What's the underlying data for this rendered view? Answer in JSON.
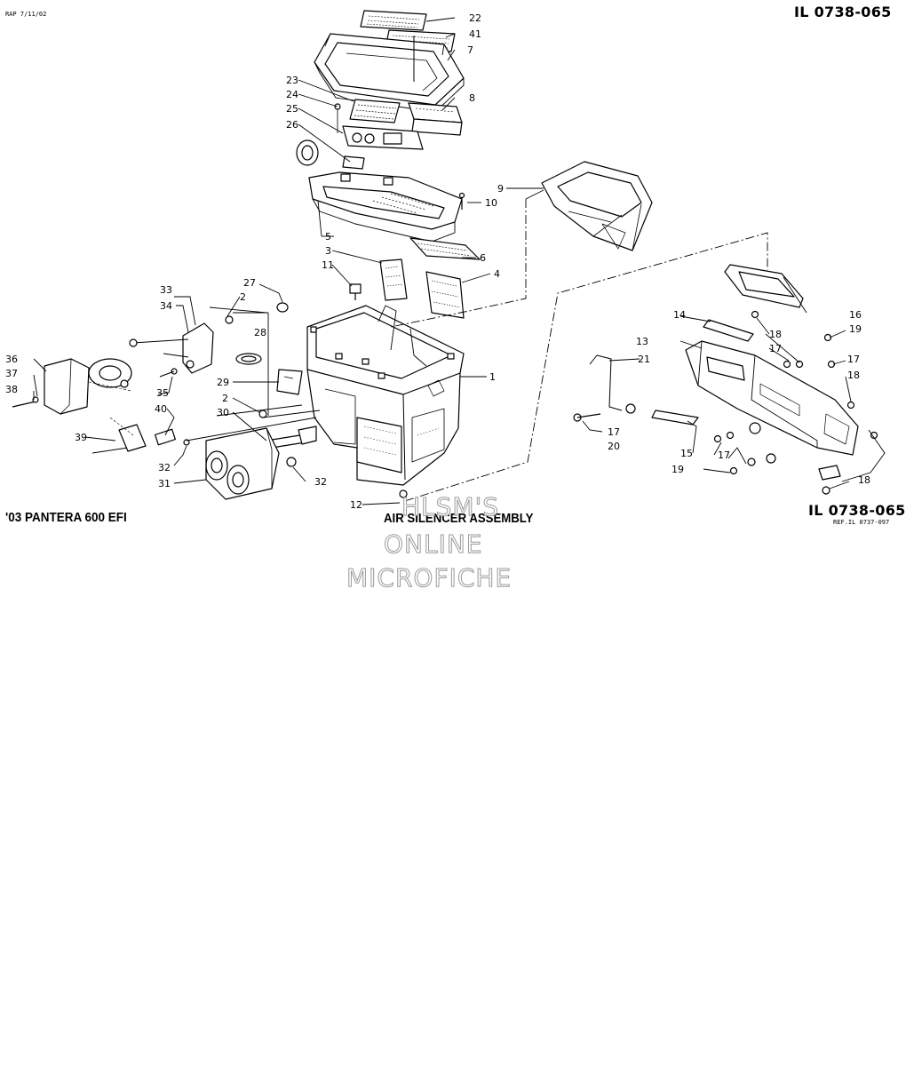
{
  "header": {
    "preparer_stamp": "RAP 7/11/02",
    "illustration_code": "IL 0738-065"
  },
  "footer": {
    "model": "'03 PANTERA 600 EFI",
    "assembly_title": "AIR SILENCER ASSEMBLY",
    "illustration_code": "IL 0738-065",
    "ref_code": "REF.IL 0737-097"
  },
  "watermark": {
    "line1": "HLSM'S",
    "line2": "ONLINE",
    "line3": "MICROFICHE"
  },
  "callouts": {
    "c1": "1",
    "c2a": "2",
    "c2b": "2",
    "c3": "3",
    "c4": "4",
    "c5": "5",
    "c6": "6",
    "c7": "7",
    "c8": "8",
    "c9": "9",
    "c10": "10",
    "c11": "11",
    "c12": "12",
    "c13": "13",
    "c14": "14",
    "c15": "15",
    "c16": "16",
    "c17a": "17",
    "c17b": "17",
    "c17c": "17",
    "c17d": "17",
    "c18a": "18",
    "c18b": "18",
    "c18c": "18",
    "c19a": "19",
    "c19b": "19",
    "c20": "20",
    "c21": "21",
    "c22": "22",
    "c23": "23",
    "c24": "24",
    "c25": "25",
    "c26": "26",
    "c27": "27",
    "c28": "28",
    "c29": "29",
    "c30": "30",
    "c31": "31",
    "c32a": "32",
    "c32b": "32",
    "c33": "33",
    "c34": "34",
    "c35": "35",
    "c36": "36",
    "c37": "37",
    "c38": "38",
    "c39": "39",
    "c40": "40",
    "c41": "41"
  }
}
